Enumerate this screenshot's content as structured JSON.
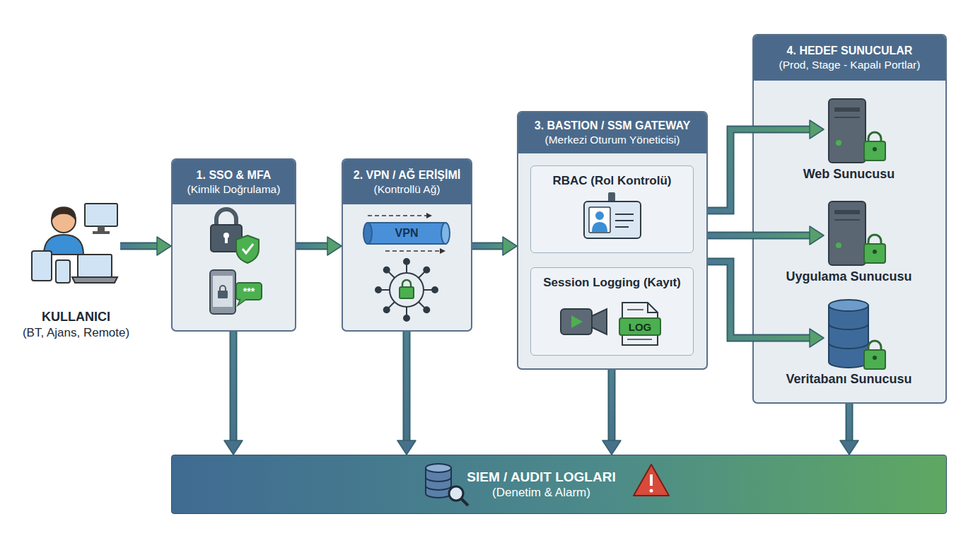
{
  "diagram": {
    "nodes": [
      {
        "text": [
          "KULLANICI",
          "(BT, Ajans, Remote)"
        ]
      },
      {
        "text": [
          "1. SSO & MFA",
          "(Kimlik Doğrulama)"
        ]
      },
      {
        "text": [
          "2. VPN / AĞ ERİŞİMİ",
          "(Kontrollü Ağ)"
        ]
      },
      {
        "text": [
          "3. BASTION / SSM GATEWAY",
          "(Merkezi Oturum Yöneticisi)"
        ]
      },
      {
        "text": [
          "RBAC (Rol Kontrolü)"
        ],
        "in": 3
      },
      {
        "text": [
          "Session Logging (Kayıt)"
        ],
        "in": 3
      },
      {
        "text": [
          "4. HEDEF SUNUCULAR",
          "(Prod, Stage - Kapalı Portlar)"
        ]
      },
      {
        "text": [
          "Web Sunucusu"
        ],
        "in": 6
      },
      {
        "text": [
          "Uygulama Sunucusu"
        ],
        "in": 6
      },
      {
        "text": [
          "Veritabanı Sunucusu"
        ],
        "in": 6
      },
      {
        "text": [
          "SIEM / AUDIT LOGLARI",
          "(Denetim & Alarm)"
        ]
      }
    ],
    "edges": [
      {
        "from": 0,
        "to": 1,
        "arrow": "to"
      },
      {
        "from": 1,
        "to": 2,
        "arrow": "to"
      },
      {
        "from": 2,
        "to": 3,
        "arrow": "to"
      },
      {
        "from": 3,
        "to": 7,
        "arrow": "to"
      },
      {
        "from": 3,
        "to": 8,
        "arrow": "to"
      },
      {
        "from": 3,
        "to": 9,
        "arrow": "to"
      },
      {
        "from": 1,
        "to": 10,
        "arrow": "to"
      },
      {
        "from": 2,
        "to": 10,
        "arrow": "to"
      },
      {
        "from": 3,
        "to": 10,
        "arrow": "to"
      },
      {
        "from": 6,
        "to": 10,
        "arrow": "to"
      }
    ],
    "labels": [
      "***",
      "VPN",
      "LOG"
    ]
  }
}
